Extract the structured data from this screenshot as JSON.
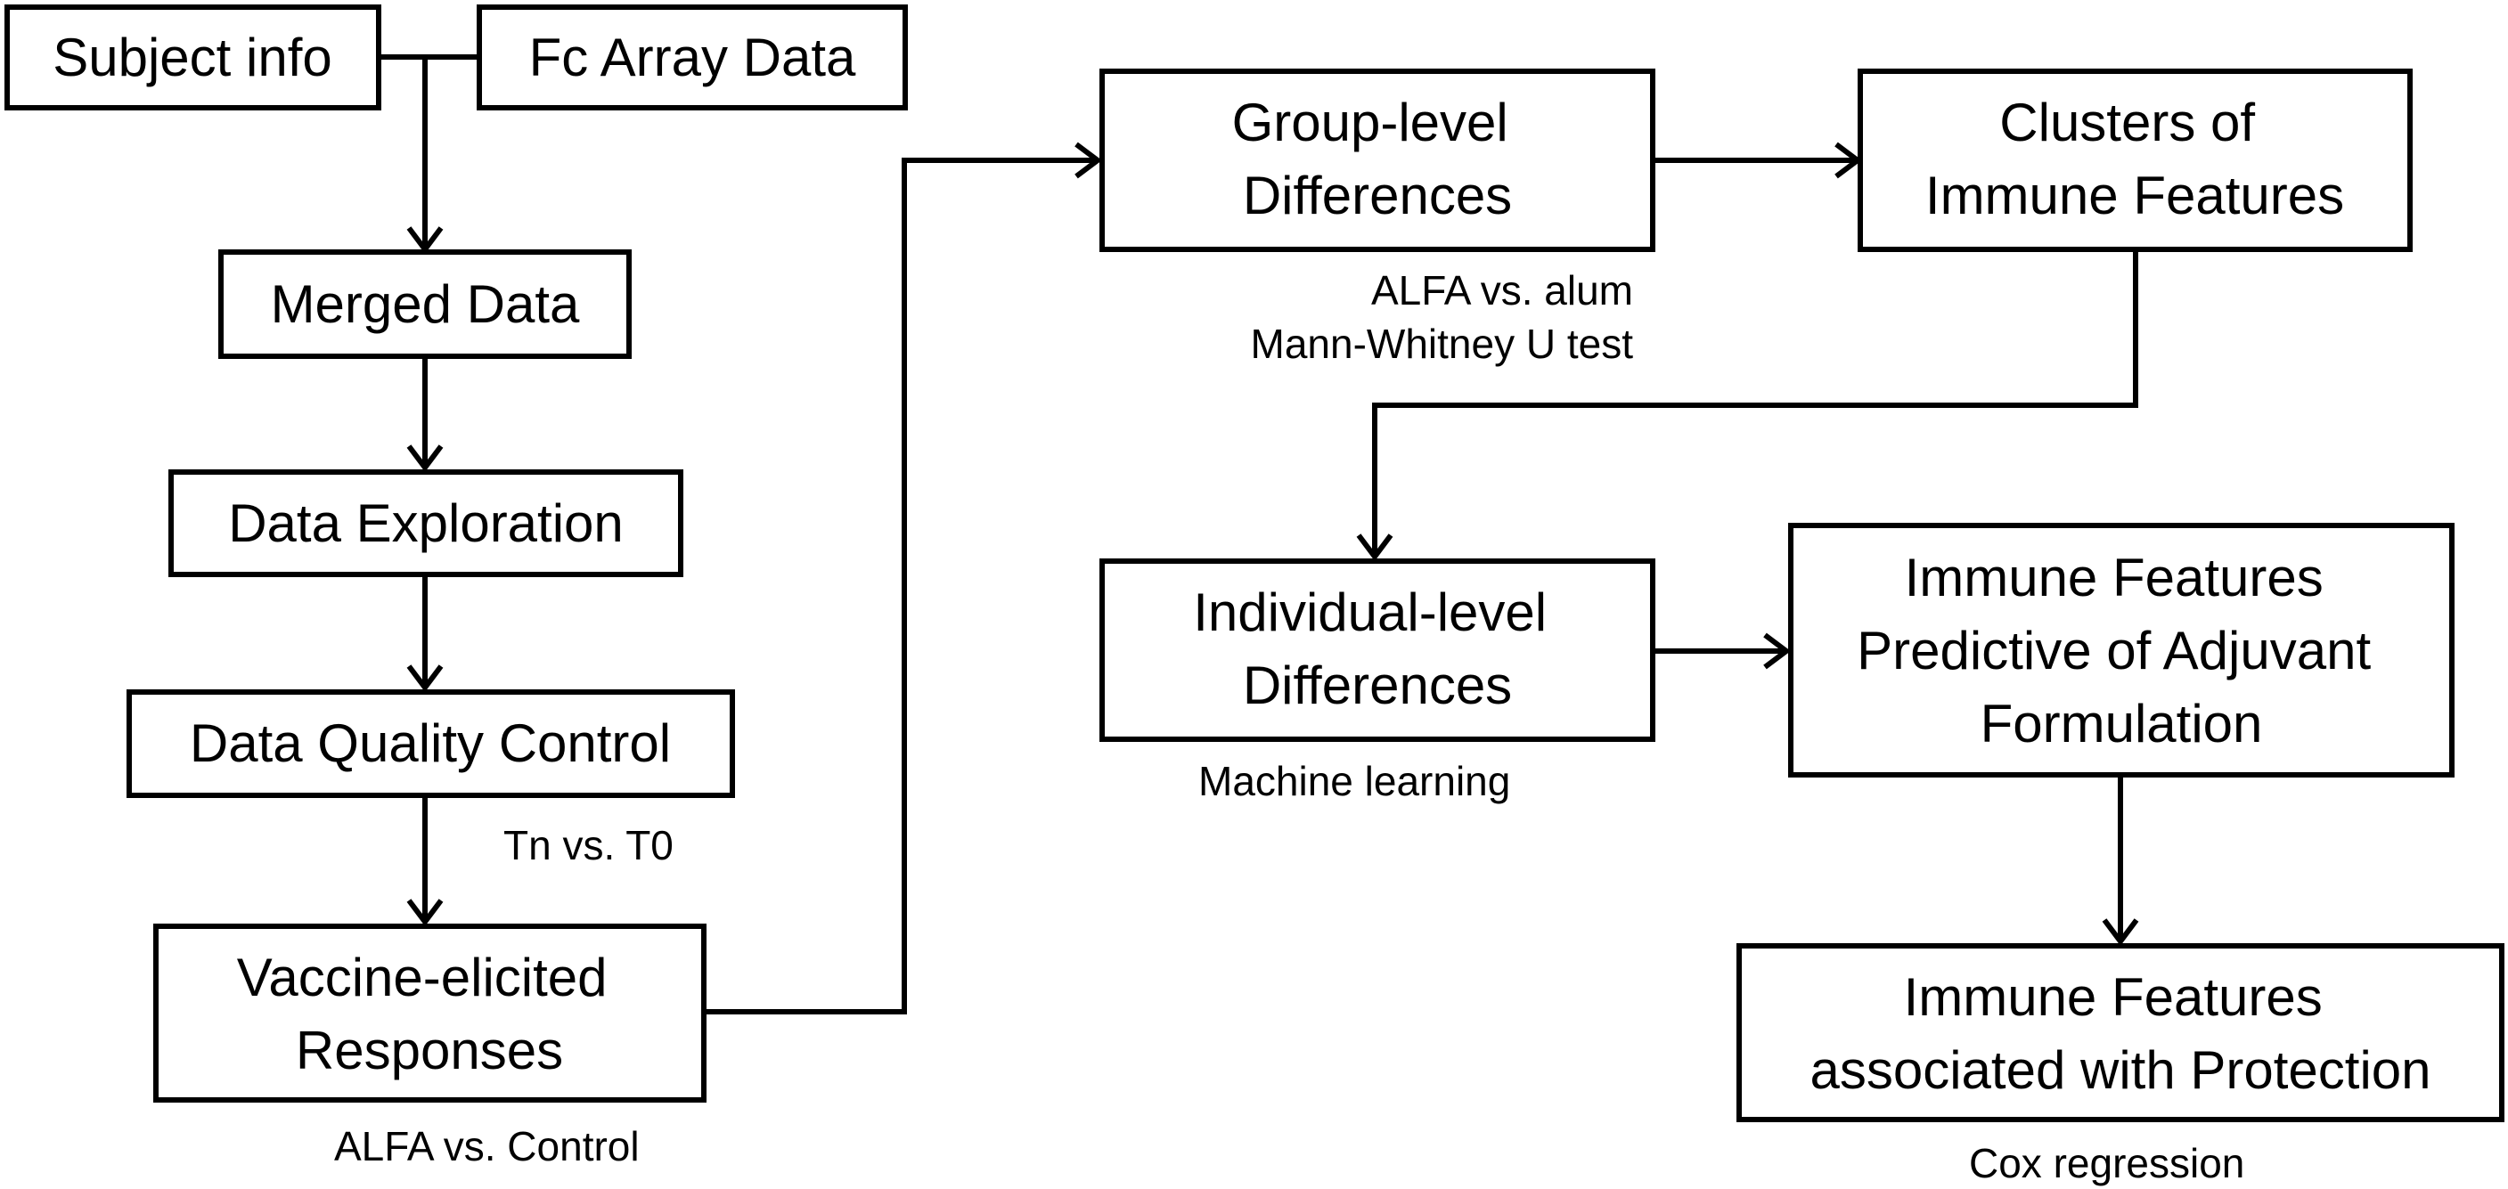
{
  "boxes": {
    "subject_info": [
      "Subject info"
    ],
    "fc_array": [
      "Fc Array Data"
    ],
    "merged": [
      "Merged Data"
    ],
    "exploration": [
      "Data Exploration"
    ],
    "quality": [
      "Data Quality Control"
    ],
    "vaccine": [
      "Vaccine-elicited",
      "Responses"
    ],
    "group": [
      "Group-level",
      "Differences"
    ],
    "clusters": [
      "Clusters of",
      "Immune Features"
    ],
    "individual": [
      "Individual-level",
      "Differences"
    ],
    "predictive": [
      "Immune Features",
      "Predictive of Adjuvant",
      "Formulation"
    ],
    "protection": [
      "Immune Features",
      "associated with Protection"
    ]
  },
  "notes": {
    "tn_t0": "Tn vs. T0",
    "alfa_control": "ALFA vs. Control",
    "alfa_alum": "ALFA vs. alum",
    "mann_whitney": "Mann-Whitney U test",
    "machine_learning": "Machine learning",
    "cox": "Cox regression"
  }
}
